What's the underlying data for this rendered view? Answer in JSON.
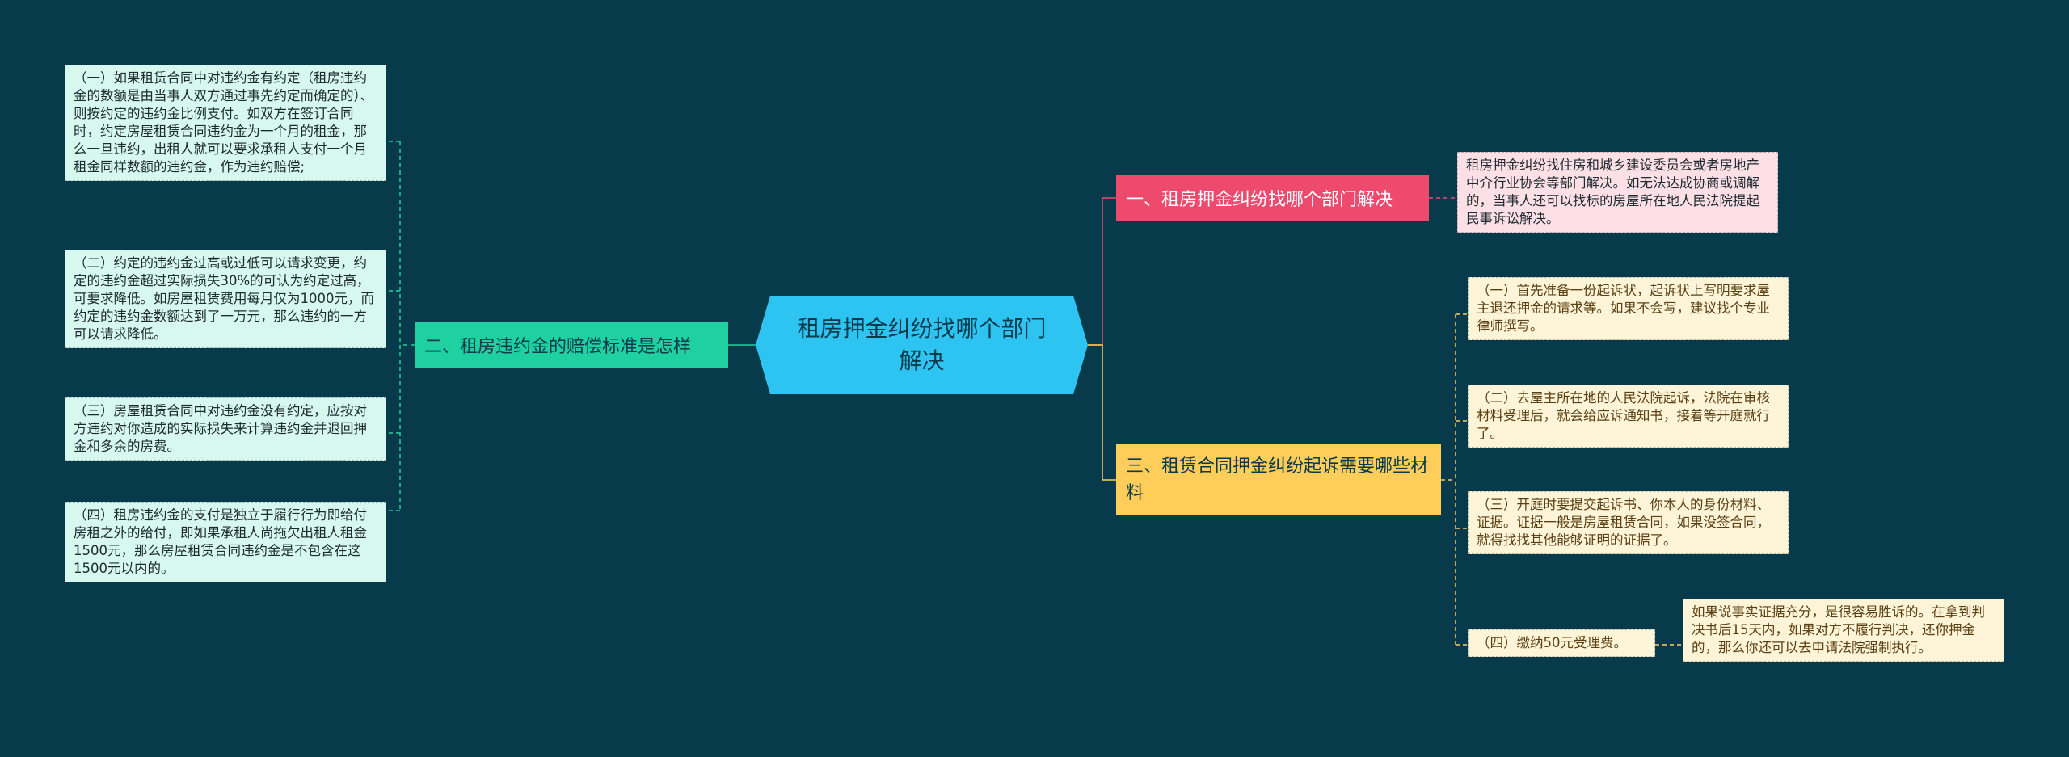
{
  "center": {
    "text": "租房押金纠纷找哪个部门解决"
  },
  "branch1": {
    "title": "一、租房押金纠纷找哪个部门解决",
    "leaf": "租房押金纠纷找住房和城乡建设委员会或者房地产中介行业协会等部门解决。如无法达成协商或调解的，当事人还可以找标的房屋所在地人民法院提起民事诉讼解决。"
  },
  "branch2": {
    "title": "二、租房违约金的赔偿标准是怎样",
    "leaves": [
      "（一）如果租赁合同中对违约金有约定（租房违约金的数额是由当事人双方通过事先约定而确定的）、则按约定的违约金比例支付。如双方在签订合同时，约定房屋租赁合同违约金为一个月的租金，那么一旦违约，出租人就可以要求承租人支付一个月租金同样数额的违约金，作为违约赔偿;",
      "（二）约定的违约金过高或过低可以请求变更，约定的违约金超过实际损失30%的可认为约定过高，可要求降低。如房屋租赁费用每月仅为1000元，而约定的违约金数额达到了一万元，那么违约的一方可以请求降低。",
      "（三）房屋租赁合同中对违约金没有约定，应按对方违约对你造成的实际损失来计算违约金并退回押金和多余的房费。",
      "（四）租房违约金的支付是独立于履行行为即给付房租之外的给付，即如果承租人尚拖欠出租人租金1500元，那么房屋租赁合同违约金是不包含在这1500元以内的。"
    ]
  },
  "branch3": {
    "title": "三、租赁合同押金纠纷起诉需要哪些材料",
    "leaves": [
      "（一）首先准备一份起诉状，起诉状上写明要求屋主退还押金的请求等。如果不会写，建议找个专业律师撰写。",
      "（二）去屋主所在地的人民法院起诉，法院在审核材料受理后，就会给应诉通知书，接着等开庭就行了。",
      "（三）开庭时要提交起诉书、你本人的身份材料、证据。证据一般是房屋租赁合同，如果没签合同，就得找找其他能够证明的证据了。",
      "（四）缴纳50元受理费。"
    ],
    "subleaf": "如果说事实证据充分，是很容易胜诉的。在拿到判决书后15天内，如果对方不履行判决，还你押金的，那么你还可以去申请法院强制执行。"
  },
  "colors": {
    "background": "#073a4b",
    "center": "#2ec4f2",
    "branch1": "#ee4a6e",
    "branch2": "#1fd0a0",
    "branch3": "#fecd5a"
  }
}
